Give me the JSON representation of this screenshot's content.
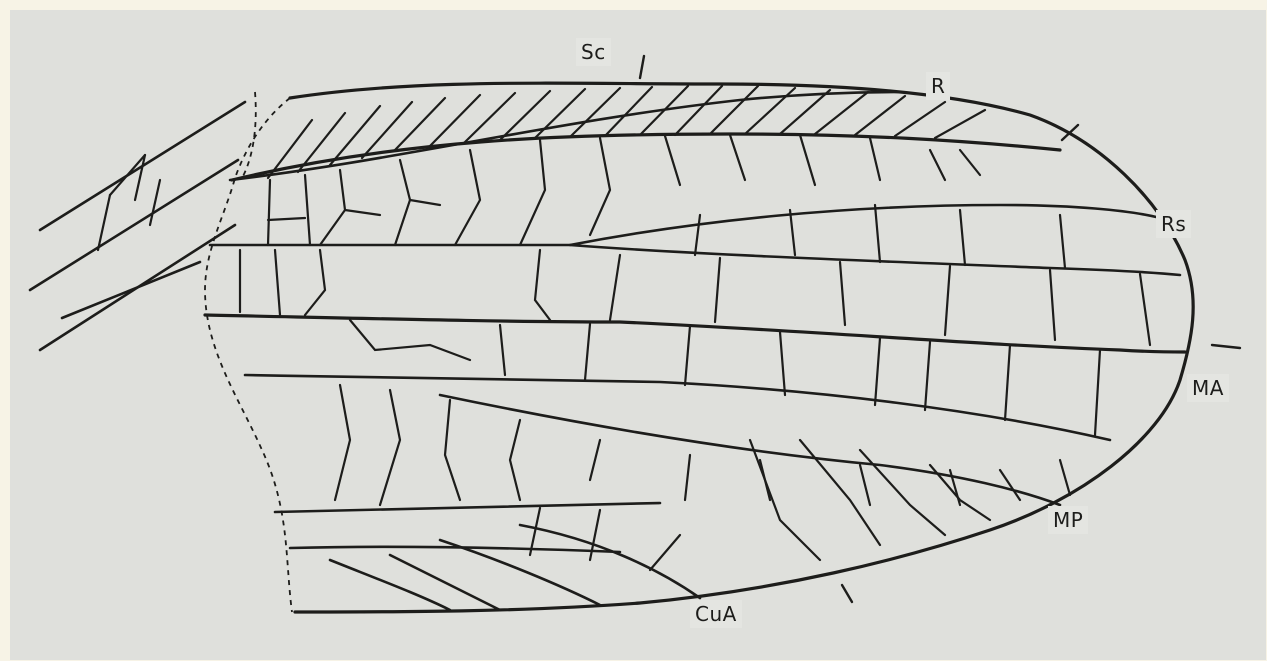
{
  "figure": {
    "vein_labels": {
      "sc": "Sc",
      "r": "R",
      "rs": "Rs",
      "ma": "MA",
      "mp": "MP",
      "cua": "CuA"
    }
  },
  "colors": {
    "background": "#dfe0dc",
    "line": "#1d1d1b"
  }
}
